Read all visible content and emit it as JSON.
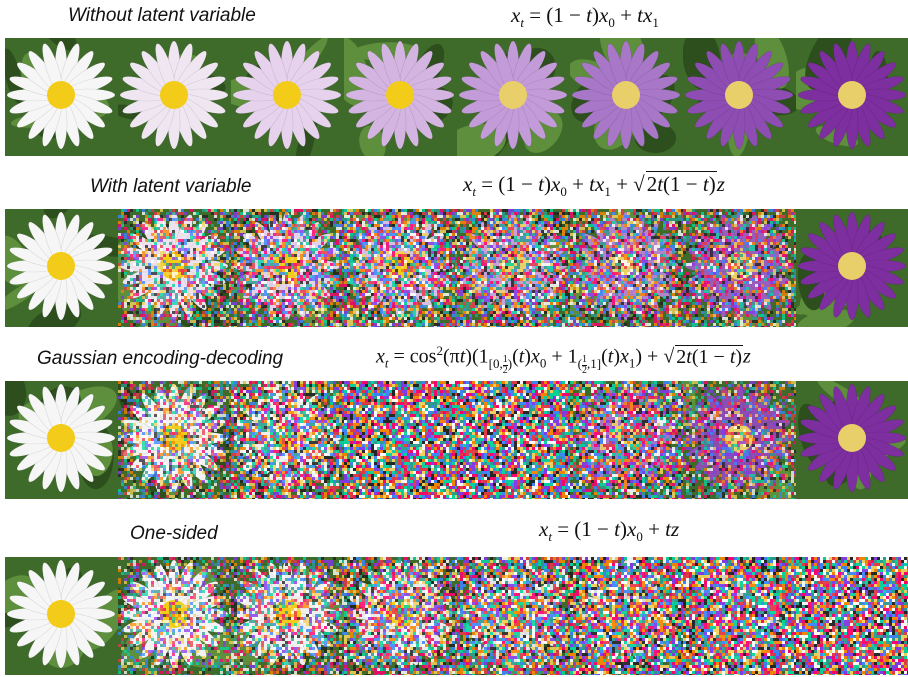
{
  "rows": [
    {
      "label": "Without latent variable",
      "equation": "x_t = (1 − t)x_0 + t x_1",
      "noise_levels": [
        0,
        0,
        0,
        0,
        0,
        0,
        0,
        0
      ],
      "petal_colors": [
        "#f6f6f6",
        "#efe6f1",
        "#e6d2ec",
        "#d4b4e1",
        "#c39bd8",
        "#a877c8",
        "#8e4db2",
        "#7d2e9f"
      ]
    },
    {
      "label": "With latent variable",
      "equation": "x_t = (1 − t)x_0 + t x_1 + √(2t(1 − t)) z",
      "noise_levels": [
        0,
        0.65,
        0.75,
        0.8,
        0.8,
        0.75,
        0.7,
        0
      ],
      "petal_colors": [
        "#f6f6f6",
        "#ede3ee",
        "#e3d2e9",
        "#d6bfe3",
        "#c6a2d9",
        "#b184cc",
        "#9a5fbd",
        "#7d2e9f"
      ]
    },
    {
      "label": "Gaussian encoding-decoding",
      "equation": "x_t = cos²(πt)(1_[0,½)(t)x_0 + 1_(½,1](t)x_1) + √(2t(1 − t)) z",
      "noise_levels": [
        0,
        0.6,
        0.85,
        1,
        1,
        0.85,
        0.6,
        0
      ],
      "petal_colors": [
        "#f6f6f6",
        "#f2f2f2",
        "#eeeeee",
        "#888888",
        "#888888",
        "#a676c8",
        "#8e4db2",
        "#7d2e9f"
      ]
    },
    {
      "label": "One-sided",
      "equation": "x_t = (1 − t)x_0 + t z",
      "noise_levels": [
        0,
        0.55,
        0.7,
        0.8,
        0.88,
        0.94,
        0.98,
        1
      ],
      "petal_colors": [
        "#f6f6f6",
        "#f3f3f3",
        "#efefef",
        "#eaeaea",
        "#e4e4e4",
        "#dddddd",
        "#d0d0d0",
        "#c4c4c4"
      ]
    }
  ]
}
